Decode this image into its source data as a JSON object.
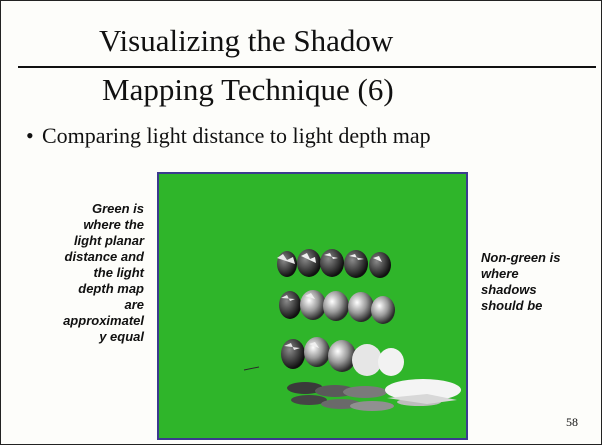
{
  "title": {
    "line1": "Visualizing the Shadow",
    "line2": "Mapping Technique (6)"
  },
  "bullet": {
    "marker": "•",
    "text": "Comparing light distance to light depth map"
  },
  "notes": {
    "left": [
      "Green is",
      "where the",
      "light planar",
      "distance and",
      "the light",
      "depth map",
      "are",
      "approximatel",
      "y equal"
    ],
    "right": [
      "Non-green is",
      "where",
      "shadows",
      "should be"
    ]
  },
  "page_number": "58",
  "colors": {
    "green": "#2fb52a",
    "border": "#3b3b8e"
  }
}
